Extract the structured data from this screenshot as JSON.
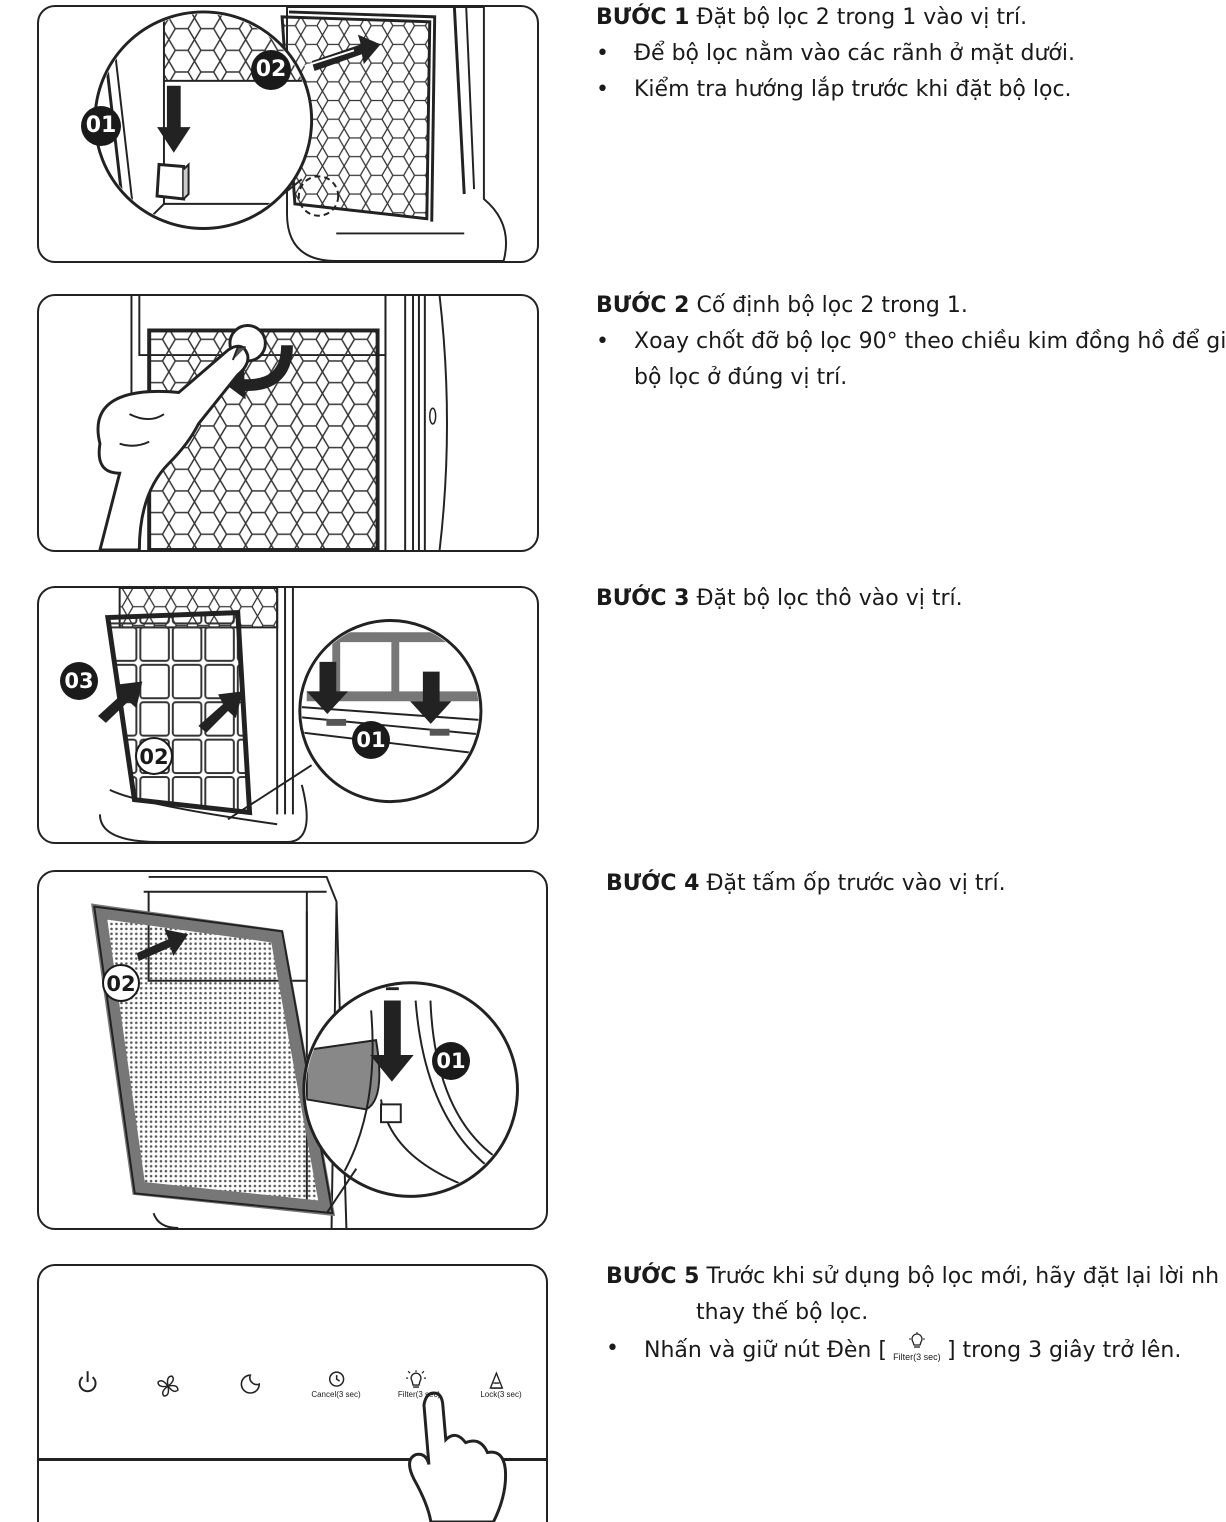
{
  "steps": [
    {
      "label": "BƯỚC 1",
      "title": "Đặt bộ lọc 2 trong 1 vào vị trí.",
      "bullets": [
        "Để bộ lọc nằm vào các rãnh ở mặt dưới.",
        "Kiểm tra hướng lắp trước khi đặt bộ lọc."
      ],
      "callouts": [
        "01",
        "02"
      ]
    },
    {
      "label": "BƯỚC 2",
      "title": "Cố định bộ lọc 2 trong 1.",
      "bullet_line1": "Xoay chốt đỡ bộ lọc 90° theo chiều kim đồng hồ để gi",
      "bullet_line2": "bộ lọc ở đúng vị trí."
    },
    {
      "label": "BƯỚC 3",
      "title": "Đặt bộ lọc thô vào vị trí.",
      "callouts": [
        "03",
        "02",
        "01"
      ]
    },
    {
      "label": "BƯỚC 4",
      "title": "Đặt tấm ốp trước vào vị trí.",
      "callouts": [
        "02",
        "01"
      ]
    },
    {
      "label": "BƯỚC 5",
      "title_line1": "Trước khi sử dụng bộ lọc mới, hãy đặt lại lời nh",
      "title_line2": "thay thế bộ lọc.",
      "bullet_before": "Nhấn và giữ nút Đèn [",
      "bullet_icon_caption": "Filter(3 sec)",
      "bullet_after": "] trong 3 giây trở lên."
    }
  ],
  "control_panel": {
    "buttons": [
      {
        "icon": "power-icon",
        "label": ""
      },
      {
        "icon": "fan-icon",
        "label": ""
      },
      {
        "icon": "sleep-moon-icon",
        "label": ""
      },
      {
        "icon": "timer-icon",
        "label": "Cancel(3 sec)"
      },
      {
        "icon": "filter-light-icon",
        "label": "Filter(3 sec)"
      },
      {
        "icon": "lock-icon",
        "label": "Lock(3 sec)"
      }
    ]
  }
}
